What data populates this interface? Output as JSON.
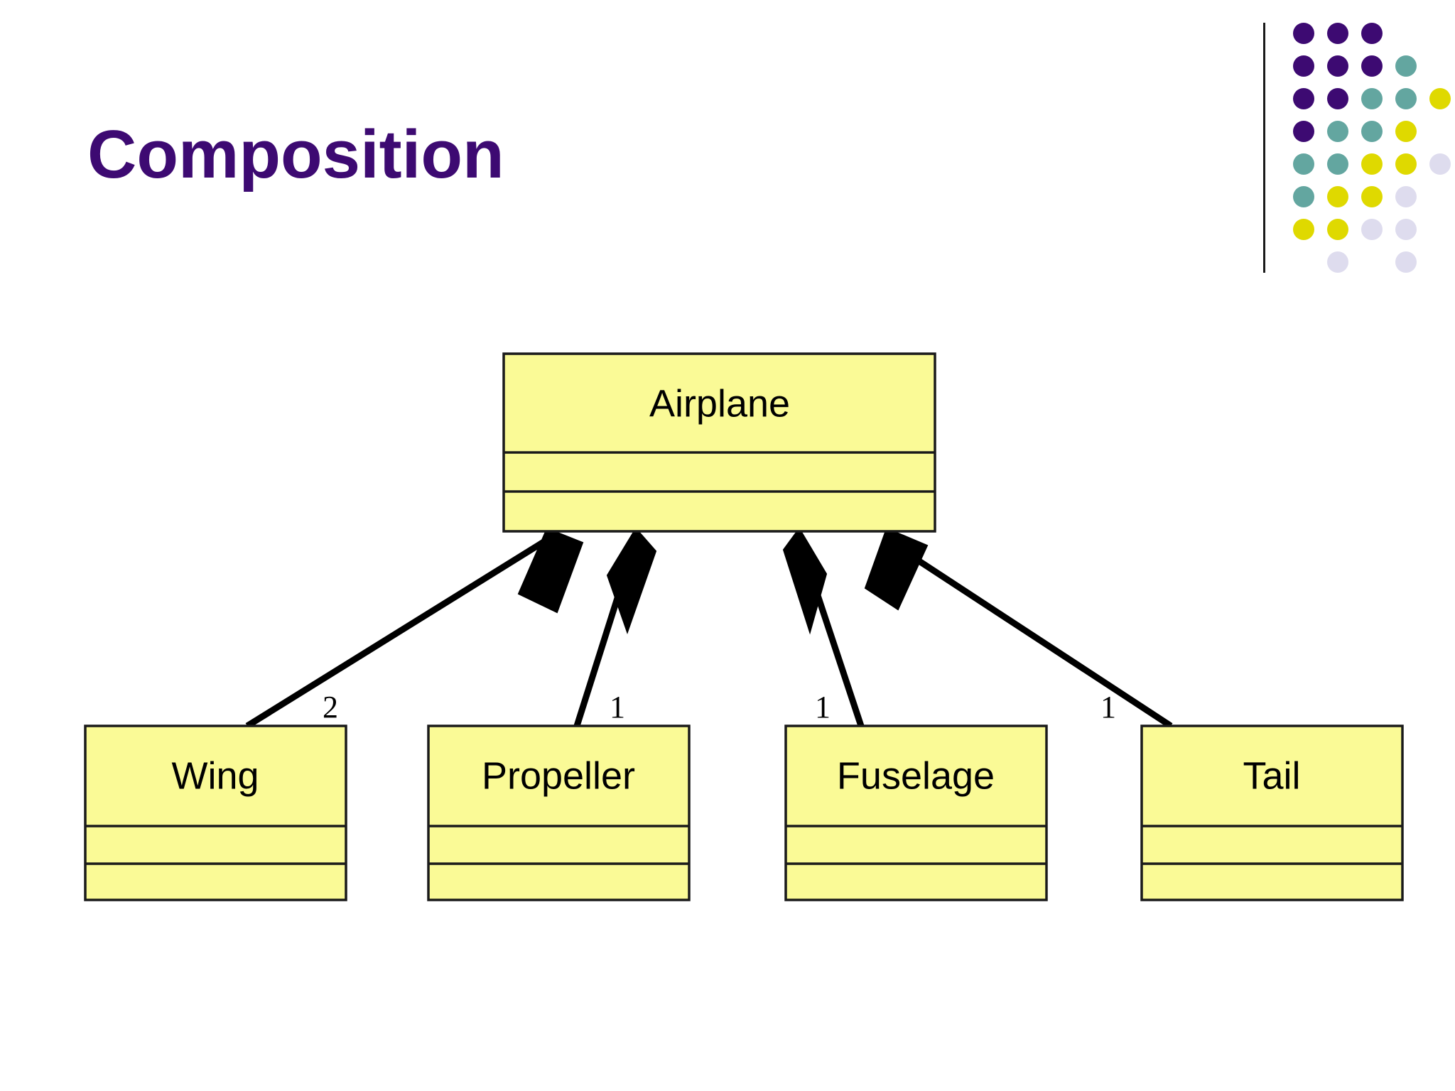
{
  "slide": {
    "title": "Composition",
    "title_color": "#3d0a72",
    "background_color": "#ffffff"
  },
  "logo": {
    "name": "dotted-grid-logo",
    "colors": {
      "purple": "#3d0a72",
      "teal": "#63a6a0",
      "yellow": "#dfd900",
      "lavender": "#dedcee"
    },
    "rule_color": "#1a1a1a",
    "grid": [
      [
        "purple",
        "purple",
        "purple",
        null,
        null
      ],
      [
        "purple",
        "purple",
        "purple",
        "teal",
        null
      ],
      [
        "purple",
        "purple",
        "teal",
        "teal",
        "yellow"
      ],
      [
        "purple",
        "teal",
        "teal",
        "yellow",
        null
      ],
      [
        "teal",
        "teal",
        "yellow",
        "yellow",
        "lavender"
      ],
      [
        "teal",
        "yellow",
        "yellow",
        "lavender",
        null
      ],
      [
        "yellow",
        "yellow",
        "lavender",
        "lavender",
        null
      ],
      [
        null,
        "lavender",
        null,
        "lavender",
        null
      ]
    ]
  },
  "diagram": {
    "type": "uml-class-diagram",
    "relationship": "composition",
    "box_fill": "#fafa96",
    "box_stroke": "#1a1a1a",
    "whole": {
      "name": "Airplane",
      "compartments": [
        "Airplane",
        "",
        ""
      ]
    },
    "parts": [
      {
        "name": "Wing",
        "multiplicity": "2",
        "compartments": [
          "Wing",
          "",
          ""
        ]
      },
      {
        "name": "Propeller",
        "multiplicity": "1",
        "compartments": [
          "Propeller",
          "",
          ""
        ]
      },
      {
        "name": "Fuselage",
        "multiplicity": "1",
        "compartments": [
          "Fuselage",
          "",
          ""
        ]
      },
      {
        "name": "Tail",
        "multiplicity": "1",
        "compartments": [
          "Tail",
          "",
          ""
        ]
      }
    ]
  }
}
